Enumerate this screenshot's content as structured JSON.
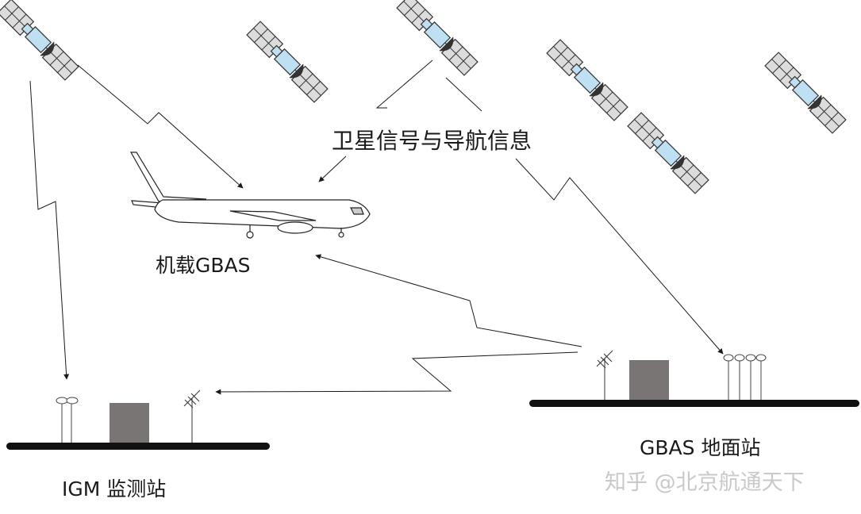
{
  "labels": {
    "signal": "卫星信号与导航信息",
    "airborne": "机载GBAS",
    "ground_station": "GBAS 地面站",
    "igm_station": "IGM 监测站",
    "watermark": "知乎 @北京航通天下"
  },
  "colors": {
    "line": "#1a1a1a",
    "panel_fill": "#dcdcdc",
    "satellite_body": "#bfe0f2",
    "shelter": "#7a7575",
    "ground_bar": "#111111",
    "watermark": "#c9c9c9"
  },
  "icons": [
    "satellite-icon",
    "airplane-icon",
    "antenna-icon",
    "yagi-antenna-icon",
    "equipment-shelter-icon"
  ]
}
